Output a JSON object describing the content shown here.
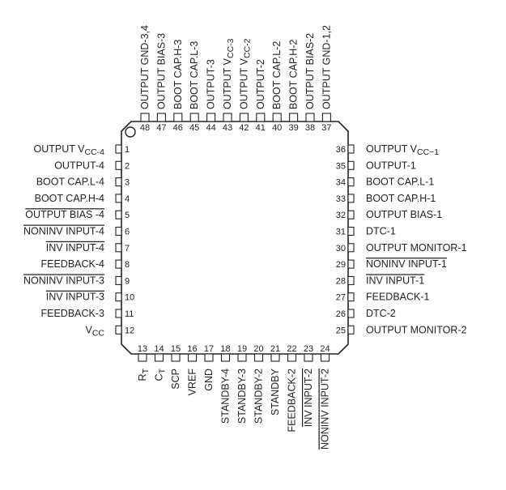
{
  "diagram": {
    "type": "ic-pinout",
    "colors": {
      "line": "#222222",
      "text": "#222222"
    },
    "pins_left": [
      {
        "n": "1",
        "label": "OUTPUT V",
        "sub": "CC",
        "suffix": "-4"
      },
      {
        "n": "2",
        "label": "OUTPUT-4"
      },
      {
        "n": "3",
        "label": "BOOT CAP.L-4"
      },
      {
        "n": "4",
        "label": "BOOT CAP.H-4"
      },
      {
        "n": "5",
        "label": "OUTPUT BIAS -4",
        "overline": true
      },
      {
        "n": "6",
        "label": "NONINV INPUT-4",
        "overline": true
      },
      {
        "n": "7",
        "label": "INV INPUT-4",
        "overline": true
      },
      {
        "n": "8",
        "label": "FEEDBACK-4"
      },
      {
        "n": "9",
        "label": "NONINV INPUT-3",
        "overline": true
      },
      {
        "n": "10",
        "label": "INV INPUT-3",
        "overline": true
      },
      {
        "n": "11",
        "label": "FEEDBACK-3"
      },
      {
        "n": "12",
        "label": "V",
        "sub": "CC",
        "suffix": ""
      }
    ],
    "pins_right": [
      {
        "n": "36",
        "label": "OUTPUT V",
        "sub": "CC−1",
        "suffix": ""
      },
      {
        "n": "35",
        "label": "OUTPUT-1"
      },
      {
        "n": "34",
        "label": "BOOT CAP.L-1"
      },
      {
        "n": "33",
        "label": "BOOT CAP.H-1"
      },
      {
        "n": "32",
        "label": "OUTPUT BIAS-1"
      },
      {
        "n": "31",
        "label": "DTC-1"
      },
      {
        "n": "30",
        "label": "OUTPUT MONITOR-1"
      },
      {
        "n": "29",
        "label": "NONINV INPUT-1",
        "overline": true
      },
      {
        "n": "28",
        "label": "INV INPUT-1",
        "overline": true
      },
      {
        "n": "27",
        "label": "FEEDBACK-1"
      },
      {
        "n": "26",
        "label": "DTC-2"
      },
      {
        "n": "25",
        "label": "OUTPUT MONITOR-2"
      }
    ],
    "pins_top": [
      {
        "n": "48",
        "label": "OUTPUT GND-3,4"
      },
      {
        "n": "47",
        "label": "OUTPUT BIAS-3"
      },
      {
        "n": "46",
        "label": "BOOT CAP.H-3"
      },
      {
        "n": "45",
        "label": "BOOT CAP.L-3"
      },
      {
        "n": "44",
        "label": "OUTPUT-3"
      },
      {
        "n": "43",
        "label": "OUTPUT V",
        "sub": "CC",
        "suffix": "-3"
      },
      {
        "n": "42",
        "label": "OUTPUT V",
        "sub": "CC",
        "suffix": "-2"
      },
      {
        "n": "41",
        "label": "OUTPUT-2"
      },
      {
        "n": "40",
        "label": "BOOT CAP.L-2"
      },
      {
        "n": "39",
        "label": "BOOT CAP.H-2"
      },
      {
        "n": "38",
        "label": "OUTPUT BIAS-2"
      },
      {
        "n": "37",
        "label": "OUTPUT GND-1,2"
      }
    ],
    "pins_bottom": [
      {
        "n": "13",
        "label": "R",
        "sub": "T",
        "suffix": ""
      },
      {
        "n": "14",
        "label": "C",
        "sub": "T",
        "suffix": ""
      },
      {
        "n": "15",
        "label": "SCP"
      },
      {
        "n": "16",
        "label": "VREF"
      },
      {
        "n": "17",
        "label": "GND"
      },
      {
        "n": "18",
        "label": "STANDBY-4"
      },
      {
        "n": "19",
        "label": "STANDBY-3"
      },
      {
        "n": "20",
        "label": "STANDBY-2"
      },
      {
        "n": "21",
        "label": "STANDBY"
      },
      {
        "n": "22",
        "label": "FEEDBACK-2"
      },
      {
        "n": "23",
        "label": "INV INPUT-2",
        "overline": true
      },
      {
        "n": "24",
        "label": "NONINV INPUT-2",
        "overline": true
      }
    ]
  }
}
